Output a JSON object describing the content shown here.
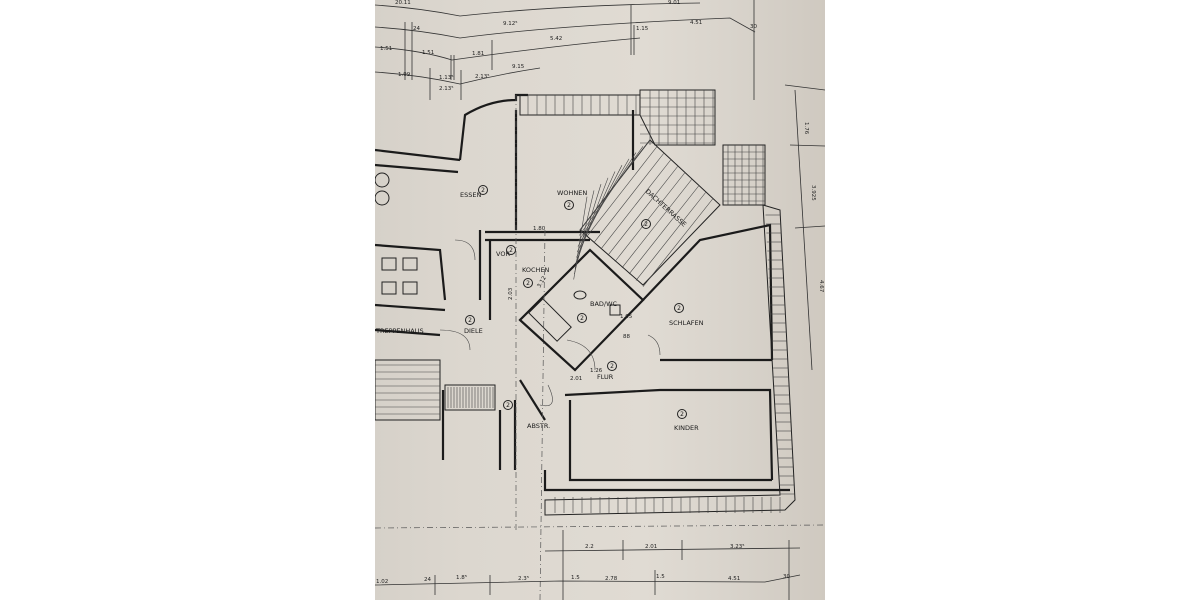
{
  "plan": {
    "rooms": {
      "essen": "ESSEN",
      "wohnen": "WOHNEN",
      "dachterrasse": "DACHTERRASSE",
      "vor": "VOR",
      "kochen": "KOCHEN",
      "bad_wc": "BAD/WC",
      "schlafen": "SCHLAFEN",
      "flur": "FLUR",
      "diele": "DIELE",
      "treppenhaus": "TREPPENHAUS",
      "abstr": "ABSTR.",
      "kinder": "KINDER"
    },
    "room_marker": "2",
    "dimensions_top": [
      "20.11",
      "9.01",
      "9.12⁵",
      "24",
      "1.15",
      "4.51",
      "5.42",
      "1.51",
      "1.51",
      "1.81",
      "1.99",
      "1.13⁵",
      "2.13⁵",
      "2.13⁵",
      "9.15",
      "30"
    ],
    "dimensions_right": [
      "1.76",
      "3.925",
      "4.67"
    ],
    "dimensions_bottom": [
      "2.2",
      "2.01",
      "3.23⁵",
      "1.02",
      "24",
      "1.8⁵",
      "2.3⁵",
      "1.5",
      "2.78",
      "1.5",
      "4.51",
      "30"
    ],
    "dimensions_inner": [
      "1.80",
      "2.01",
      "1.05",
      "1.26",
      "3.12",
      "2.03",
      "88"
    ]
  }
}
